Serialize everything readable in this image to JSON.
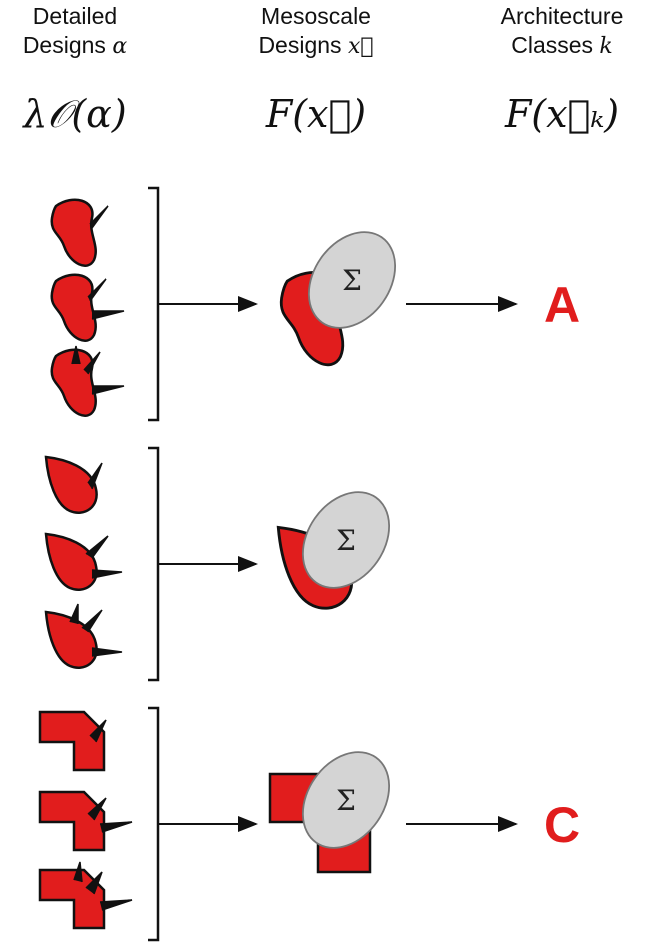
{
  "headers": [
    {
      "line1": "Detailed",
      "line2": "Designs",
      "sym": "α"
    },
    {
      "line1": "Mesoscale",
      "line2": "Designs",
      "sym": "x⃗"
    },
    {
      "line1": "Architecture",
      "line2": "Classes",
      "sym": "k"
    }
  ],
  "formulas": [
    "λ𝒪(α)",
    "F(x⃗)",
    "F(x⃗ₖ)"
  ],
  "sum_symbol": "Σ",
  "class_labels": {
    "group1": "A",
    "group3": "C"
  },
  "colors": {
    "shape_fill": "#e11d1d",
    "ellipse_fill": "#d4d4d4",
    "class_label": "#e11d1d",
    "outline": "#111111"
  }
}
